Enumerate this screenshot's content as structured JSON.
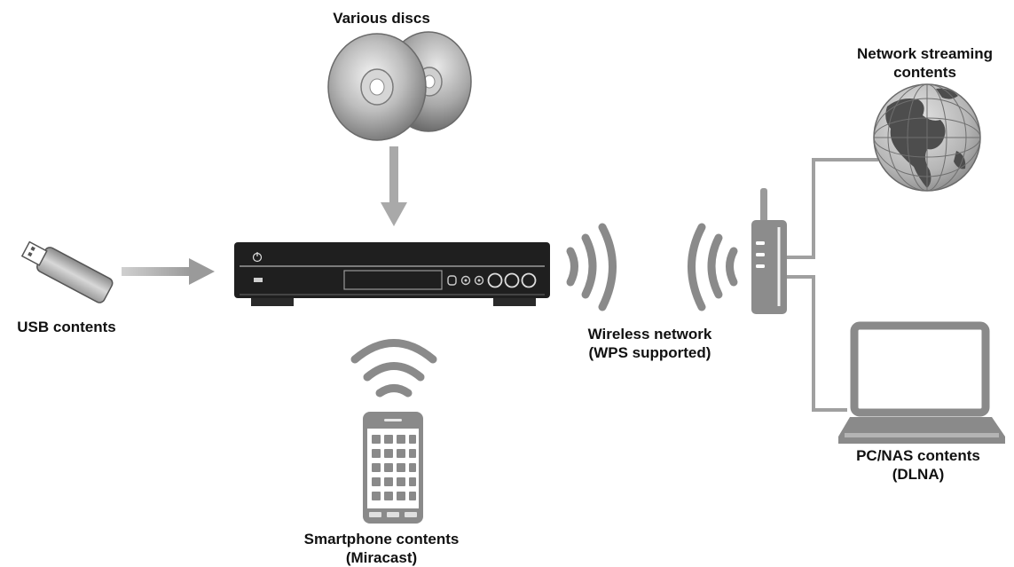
{
  "labels": {
    "discs": "Various discs",
    "network_streaming": [
      "Network streaming",
      "contents"
    ],
    "usb": "USB contents",
    "wireless": [
      "Wireless network",
      "(WPS supported)"
    ],
    "pc_nas": [
      "PC/NAS contents",
      "(DLNA)"
    ],
    "smartphone": [
      "Smartphone contents",
      "(Miracast)"
    ]
  },
  "colors": {
    "arrow": "#a9a9a9",
    "wave": "#8a8a8a",
    "line": "#a0a0a0",
    "player_body": "#1f1f1f",
    "text": "#111111"
  },
  "icons": [
    "disc-icon",
    "usb-stick-icon",
    "blu-ray-player-icon",
    "wireless-wave-icon",
    "router-icon",
    "globe-icon",
    "laptop-icon",
    "smartphone-icon",
    "wifi-icon"
  ]
}
